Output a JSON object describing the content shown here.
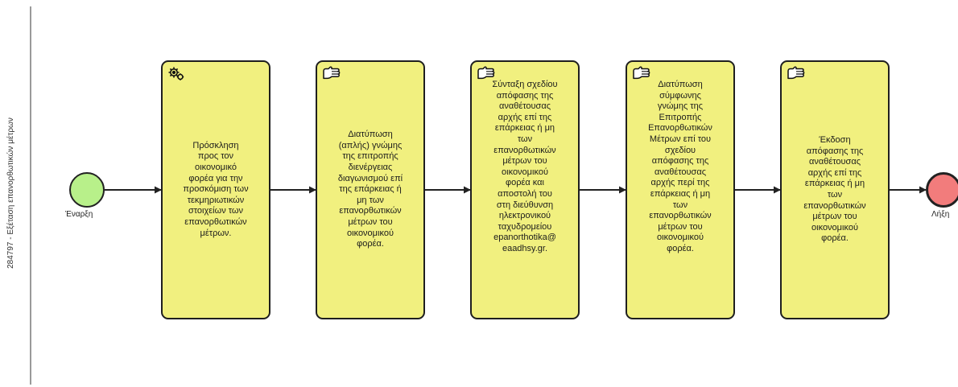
{
  "lane": {
    "label": "284797 - Εξέταση επανορθωτικών μέτρων"
  },
  "events": {
    "start": {
      "label": "Έναρξη",
      "color": "#b8f08a"
    },
    "end": {
      "label": "Λήξη",
      "color": "#f27c7c"
    }
  },
  "tasks": [
    {
      "icon": "gear-icon",
      "lines": [
        "Πρόσκληση",
        "προς τον",
        "οικονομικό",
        "φορέα για την",
        "προσκόμιση των",
        "τεκμηριωτικών",
        "στοιχείων των",
        "επανορθωτικών",
        "μέτρων."
      ]
    },
    {
      "icon": "hand-icon",
      "lines": [
        "Διατύπωση",
        "(απλής) γνώμης",
        "της επιτροπής",
        "διενέργειας",
        "διαγωνισμού επί",
        "της επάρκειας ή",
        "μη των",
        "επανορθωτικών",
        "μέτρων του",
        "οικονομικού",
        "φορέα."
      ]
    },
    {
      "icon": "hand-icon",
      "lines": [
        "Σύνταξη σχεδίου",
        "απόφασης της",
        "αναθέτουσας",
        "αρχής επί της",
        "επάρκειας ή μη",
        "των",
        "επανορθωτικών",
        "μέτρων του",
        "οικονομικού",
        "φορέα και",
        "αποστολή του",
        "στη διεύθυνση",
        "ηλεκτρονικού",
        "ταχυδρομείου",
        "epanorthotika@",
        "eaadhsy.gr."
      ]
    },
    {
      "icon": "hand-icon",
      "lines": [
        "Διατύπωση",
        "σύμφωνης",
        "γνώμης της",
        "Επιτροπής",
        "Επανορθωτικών",
        "Μέτρων επί του",
        "σχεδίου",
        "απόφασης της",
        "αναθέτουσας",
        "αρχής περί της",
        "επάρκειας ή μη",
        "των",
        "επανορθωτικών",
        "μέτρων του",
        "οικονομικού",
        "φορέα."
      ]
    },
    {
      "icon": "hand-icon",
      "lines": [
        "Έκδοση",
        "απόφασης της",
        "αναθέτουσας",
        "αρχής επί της",
        "επάρκειας ή μη",
        "των",
        "επανορθωτικών",
        "μέτρων του",
        "οικονομικού",
        "φορέα."
      ]
    }
  ]
}
